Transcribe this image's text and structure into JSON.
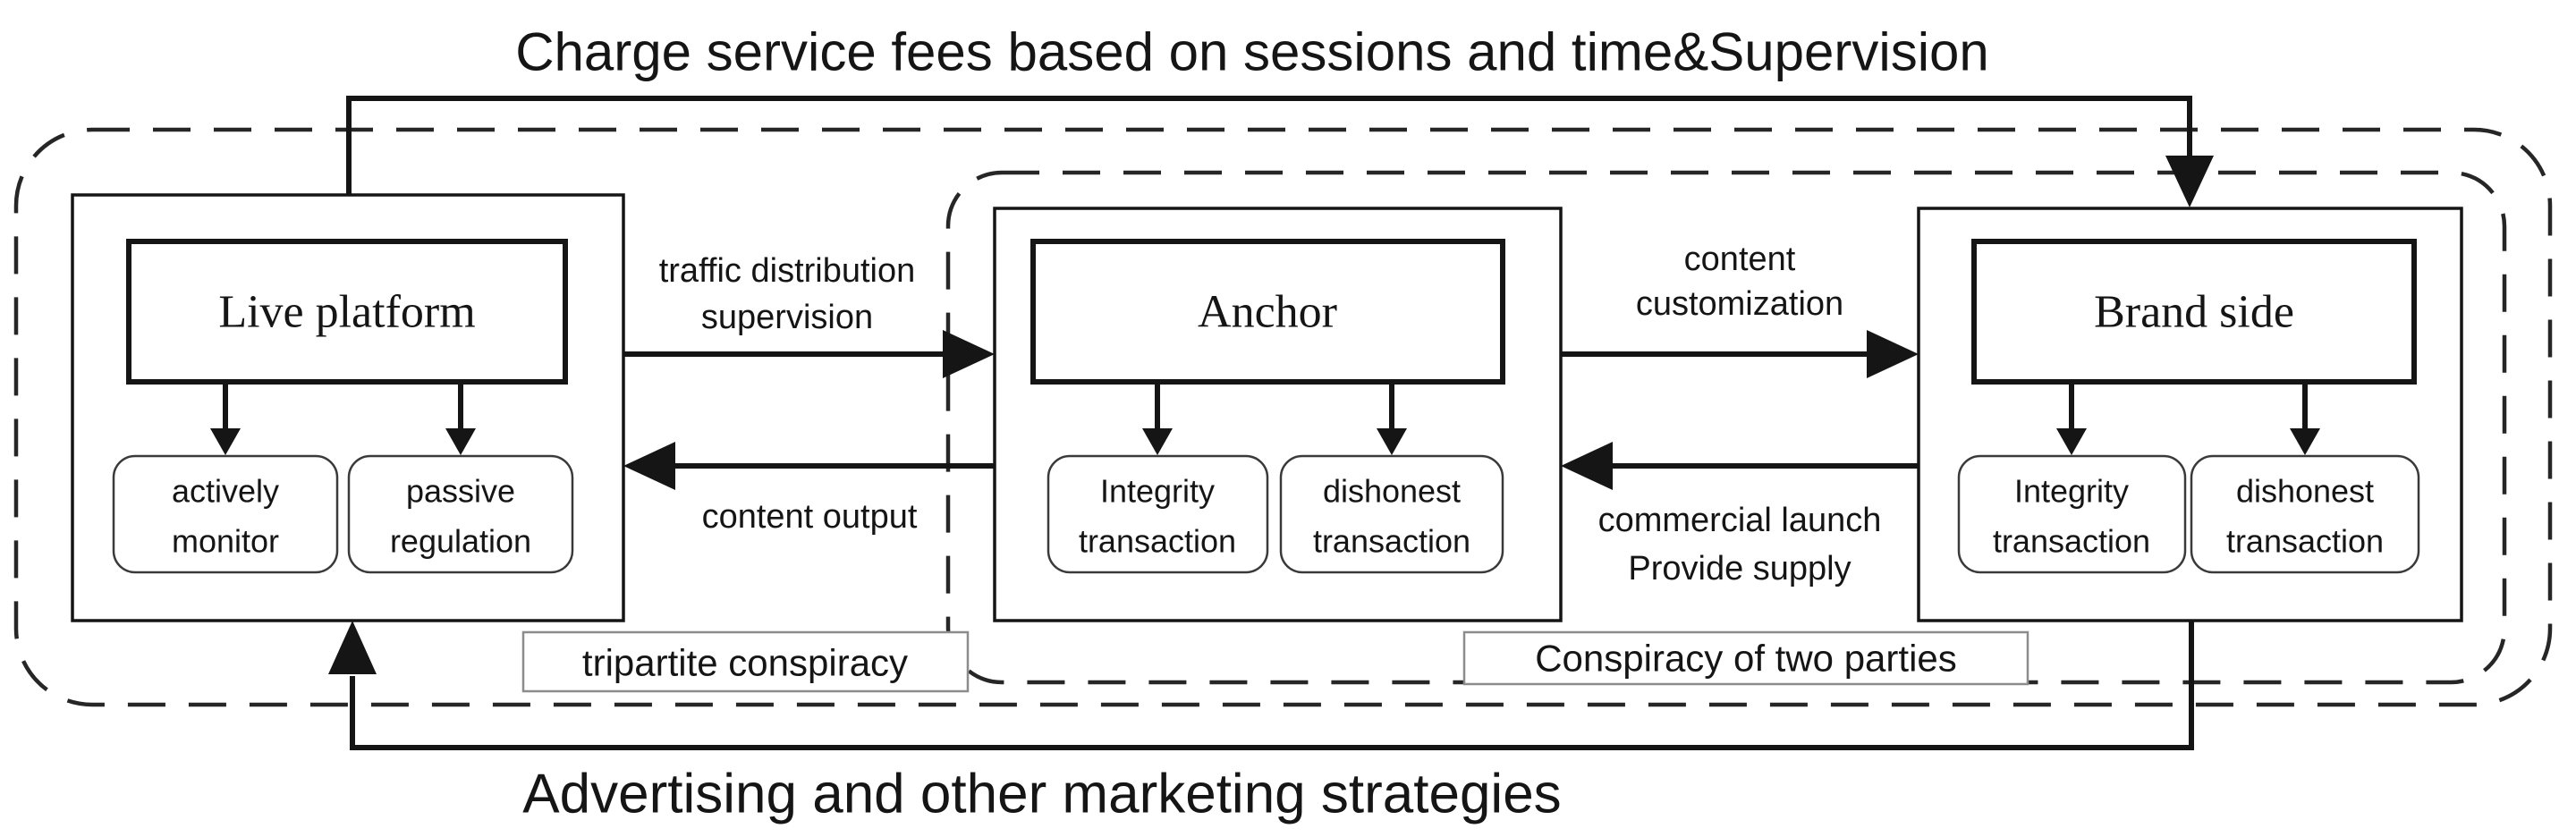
{
  "titles": {
    "top": "Charge service fees based on sessions and time&Supervision",
    "bottom": "Advertising and other marketing strategies"
  },
  "groups": {
    "tripartite": "tripartite conspiracy",
    "two_parties": "Conspiracy of two parties"
  },
  "nodes": {
    "live": {
      "title": "Live platform",
      "children": [
        {
          "line1": "actively",
          "line2": "monitor"
        },
        {
          "line1": "passive",
          "line2": "regulation"
        }
      ]
    },
    "anchor": {
      "title": "Anchor",
      "children": [
        {
          "line1": "Integrity",
          "line2": "transaction"
        },
        {
          "line1": "dishonest",
          "line2": "transaction"
        }
      ]
    },
    "brand": {
      "title": "Brand side",
      "children": [
        {
          "line1": "Integrity",
          "line2": "transaction"
        },
        {
          "line1": "dishonest",
          "line2": "transaction"
        }
      ]
    }
  },
  "edges": {
    "traffic": {
      "line1": "traffic distribution",
      "line2": "supervision"
    },
    "content_output": {
      "line1": "content output"
    },
    "customization": {
      "line1": "content",
      "line2": "customization"
    },
    "commercial": {
      "line1": "commercial launch",
      "line2": "Provide supply"
    }
  },
  "colors": {
    "ink": "#151515",
    "label_box_border": "#8c8c8c",
    "background": "#ffffff"
  }
}
